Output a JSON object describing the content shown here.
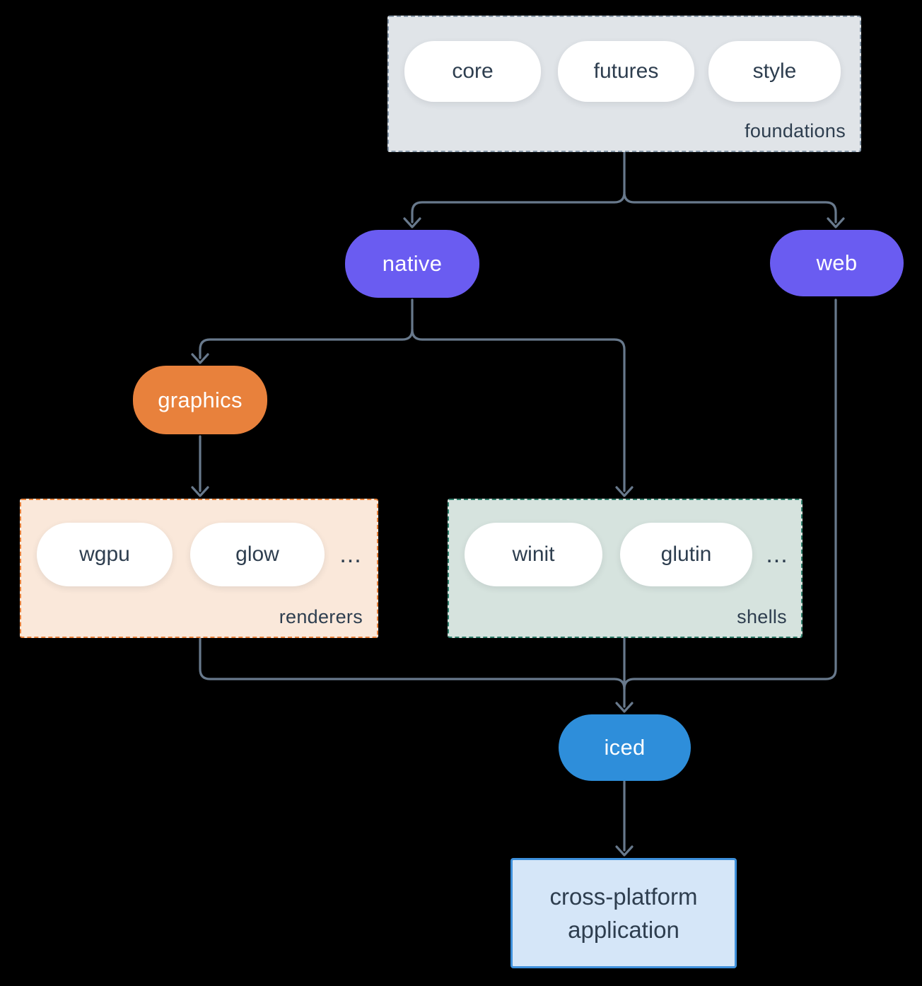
{
  "colors": {
    "background": "#000000",
    "connector": "#68798c",
    "text-dark": "#2e3e4f",
    "white": "#ffffff",
    "purple": "#6a5cf1",
    "orange": "#e8813c",
    "blue": "#2e8eda",
    "foundations-fill": "#e0e4e8",
    "foundations-border": "#8798a9",
    "renderers-fill": "#fae8da",
    "renderers-border": "#e8823d",
    "shells-fill": "#d6e3de",
    "shells-border": "#2f7d6a",
    "app-fill": "#d5e6f8",
    "app-border": "#3e90db"
  },
  "diagram": {
    "foundations": {
      "label": "foundations",
      "pills": [
        {
          "label": "core"
        },
        {
          "label": "futures"
        },
        {
          "label": "style"
        }
      ]
    },
    "native": {
      "label": "native"
    },
    "web": {
      "label": "web"
    },
    "graphics": {
      "label": "graphics"
    },
    "renderers": {
      "label": "renderers",
      "pills": [
        {
          "label": "wgpu"
        },
        {
          "label": "glow"
        }
      ],
      "ellipsis": "..."
    },
    "shells": {
      "label": "shells",
      "pills": [
        {
          "label": "winit"
        },
        {
          "label": "glutin"
        }
      ],
      "ellipsis": "..."
    },
    "iced": {
      "label": "iced"
    },
    "application": {
      "label": "cross-platform application"
    }
  }
}
